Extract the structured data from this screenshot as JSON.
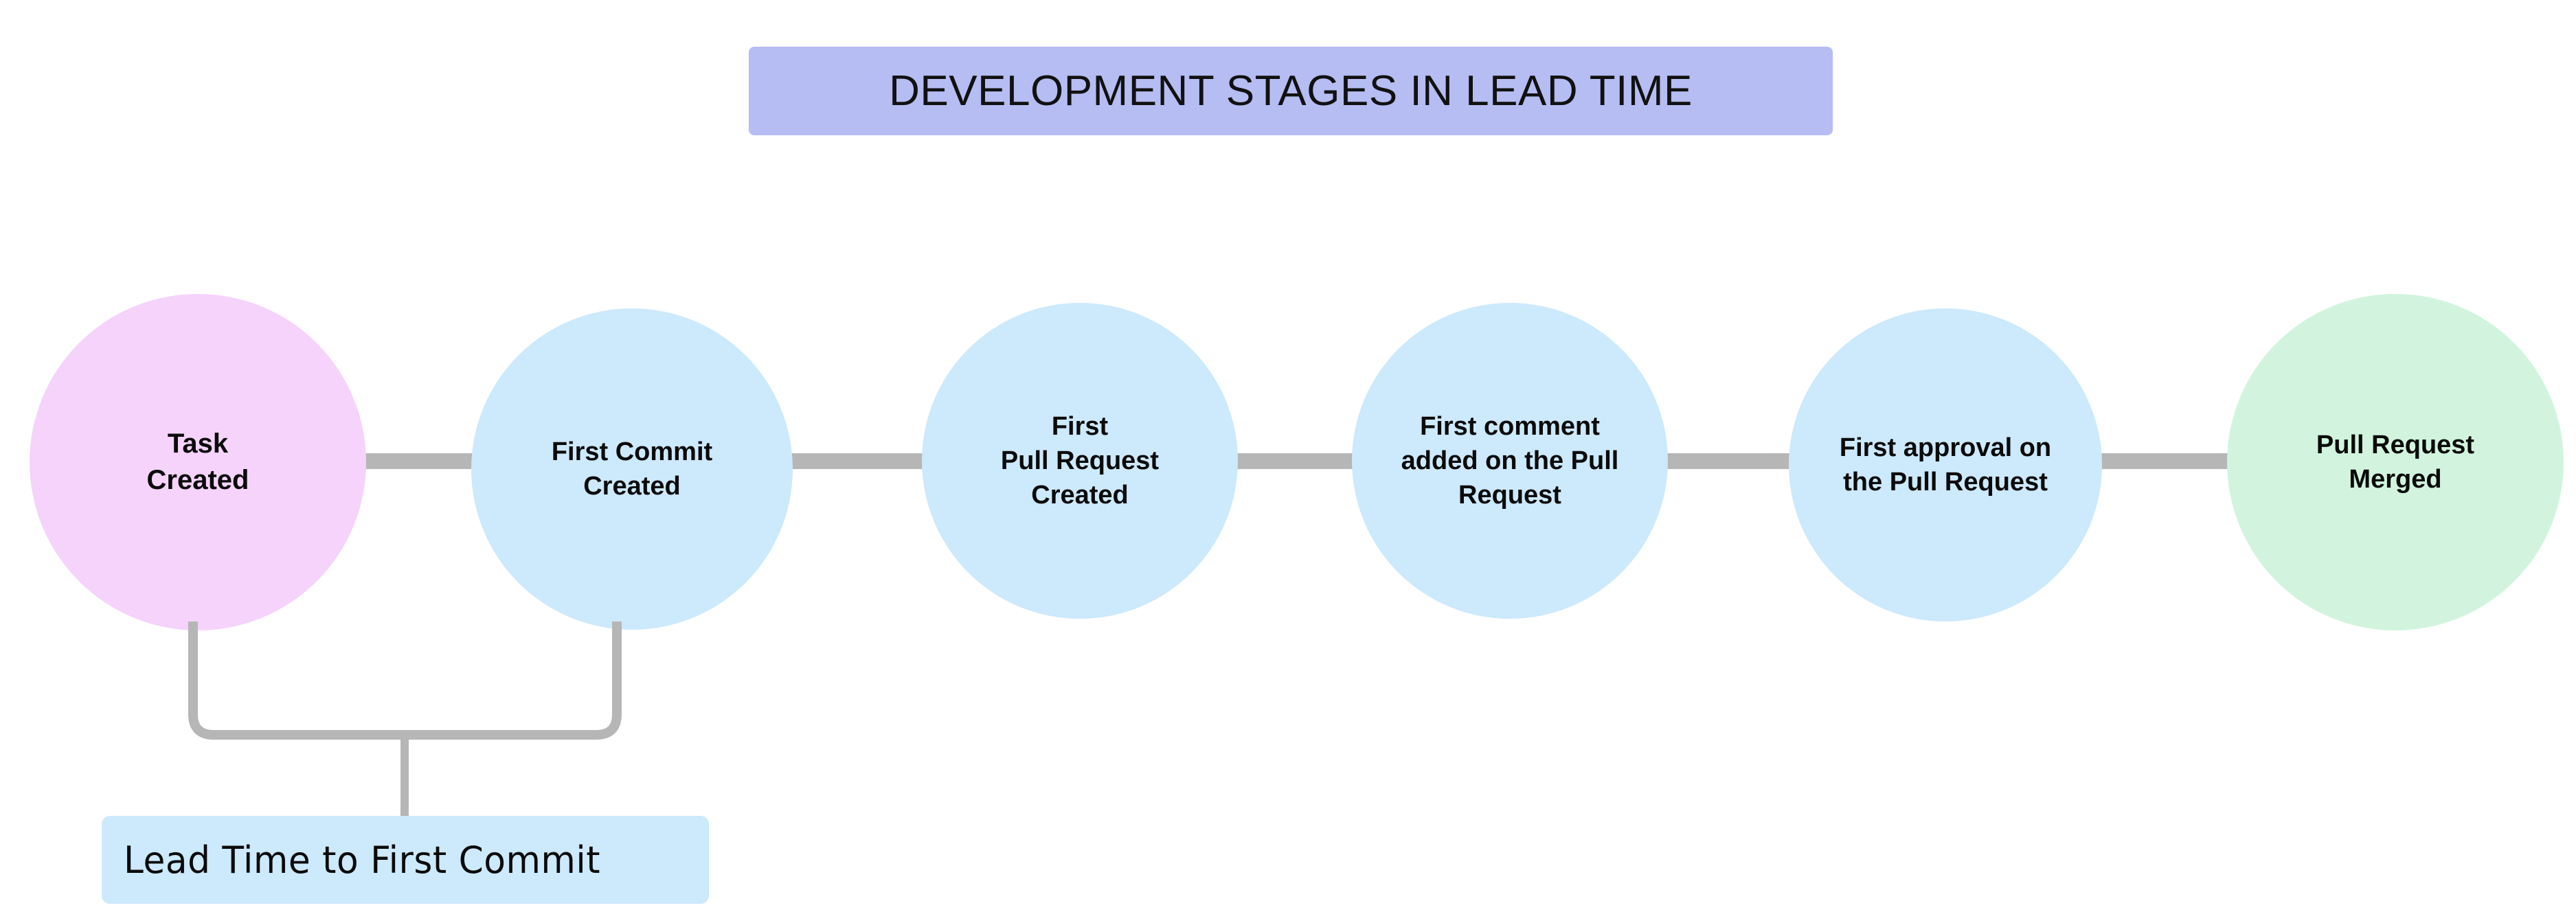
{
  "diagram": {
    "title": "DEVELOPMENT STAGES IN LEAD TIME",
    "title_background": "#b6bdf3",
    "connector_color": "#b6b6b6",
    "background": "#ffffff",
    "stages": [
      {
        "id": "task-created",
        "label": "Task\nCreated",
        "color": "#f5d3fb",
        "order": 1
      },
      {
        "id": "first-commit-created",
        "label": "First Commit\nCreated",
        "color": "#cde9fc",
        "order": 2
      },
      {
        "id": "first-pull-request-created",
        "label": "First\nPull Request\nCreated",
        "color": "#cde9fc",
        "order": 3
      },
      {
        "id": "first-comment-on-pull-request",
        "label": "First comment\nadded on the Pull\nRequest",
        "color": "#cde9fc",
        "order": 4
      },
      {
        "id": "first-approval-on-pull-request",
        "label": "First approval on\nthe Pull Request",
        "color": "#cde9fc",
        "order": 5
      },
      {
        "id": "pull-request-merged",
        "label": "Pull Request\nMerged",
        "color": "#d2f4de",
        "order": 6
      }
    ],
    "measures": [
      {
        "id": "lead-time-to-first-commit",
        "label": "Lead Time to First Commit",
        "color": "#cde9fc",
        "from_stage": "task-created",
        "to_stage": "first-commit-created"
      }
    ]
  }
}
